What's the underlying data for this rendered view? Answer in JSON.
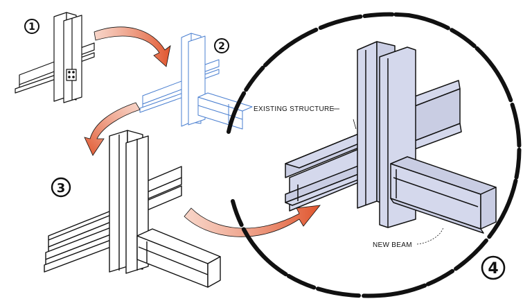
{
  "steps": {
    "step1": "1",
    "step2": "2",
    "step3": "3",
    "step4": "4"
  },
  "labels": {
    "existing": "EXISTING STRUCTURE",
    "new_beam": "NEW BEAM"
  },
  "colors": {
    "ink": "#111111",
    "blueprint": "#4a7fd0",
    "steel_fill": "#d4d8ec",
    "arrow": "#e0552d"
  }
}
